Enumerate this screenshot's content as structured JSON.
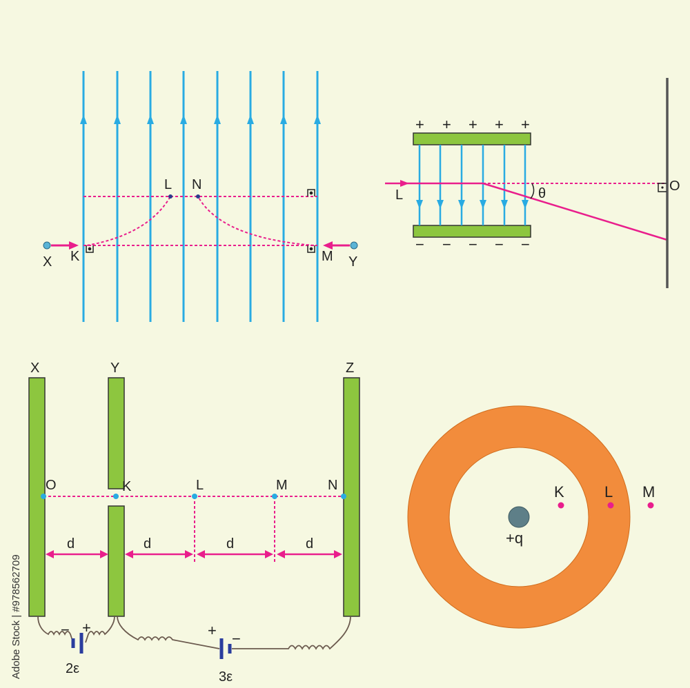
{
  "panel1": {
    "labels": {
      "X": "X",
      "K": "K",
      "L": "L",
      "N": "N",
      "M": "M",
      "Y": "Y"
    },
    "field_color": "#29abe2",
    "path_color": "#e91e8c"
  },
  "panel2": {
    "plus_signs": [
      "+",
      "+",
      "+",
      "+",
      "+"
    ],
    "minus_signs": [
      "−",
      "−",
      "−",
      "−",
      "−"
    ],
    "labels": {
      "L": "L",
      "theta": "θ",
      "O": "O"
    },
    "plate_color": "#8dc63f"
  },
  "panel3": {
    "plate_labels": {
      "X": "X",
      "Y": "Y",
      "Z": "Z"
    },
    "point_labels": {
      "O": "O",
      "K": "K",
      "L": "L",
      "M": "M",
      "N": "N"
    },
    "distances": [
      "d",
      "d",
      "d",
      "d"
    ],
    "battery1": {
      "minus": "−",
      "plus": "+",
      "emf": "2ε"
    },
    "battery2": {
      "plus": "+",
      "minus": "−",
      "emf": "3ε"
    }
  },
  "panel4": {
    "charge_label": "+q",
    "point_labels": {
      "K": "K",
      "L": "L",
      "M": "M"
    },
    "shell_color": "#f28c3c"
  },
  "credit": "Adobe Stock | #978562709"
}
